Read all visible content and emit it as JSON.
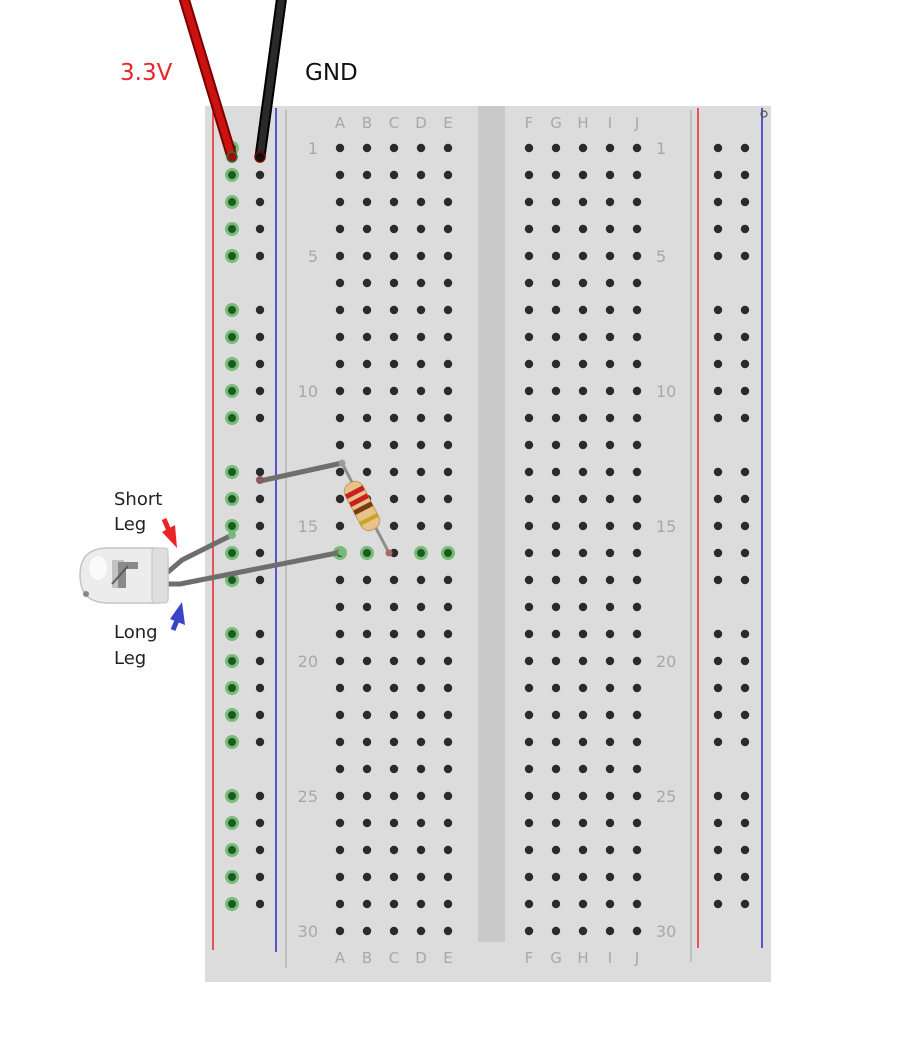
{
  "labels": {
    "supply": "3.3V",
    "ground": "GND",
    "short_leg_line1": "Short",
    "short_leg_line2": "Leg",
    "long_leg_line1": "Long",
    "long_leg_line2": "Leg"
  },
  "breadboard": {
    "columns_left": [
      "A",
      "B",
      "C",
      "D",
      "E"
    ],
    "columns_right": [
      "F",
      "G",
      "H",
      "I",
      "J"
    ],
    "row_count": 30,
    "row_numbers": [
      "1",
      "5",
      "10",
      "15",
      "20",
      "25",
      "30"
    ],
    "highlighted_row": 16,
    "highlighted_columns": [
      "A",
      "B",
      "D",
      "E"
    ]
  },
  "colors": {
    "supply_wire": "#cc1111",
    "ground_wire": "#1a1a1a",
    "supply_label": "#e8262a",
    "positive_rail": "#e8262a",
    "negative_rail": "#2828c8",
    "board": "#dcdcdc",
    "hole": "#2b2b2b",
    "hole_connected": "#4caf50",
    "short_leg_arrow": "#e8262a",
    "long_leg_arrow": "#3a44c8"
  },
  "components": {
    "resistor_bands": [
      "red",
      "red",
      "brown",
      "gold"
    ],
    "led": "clear LED"
  }
}
